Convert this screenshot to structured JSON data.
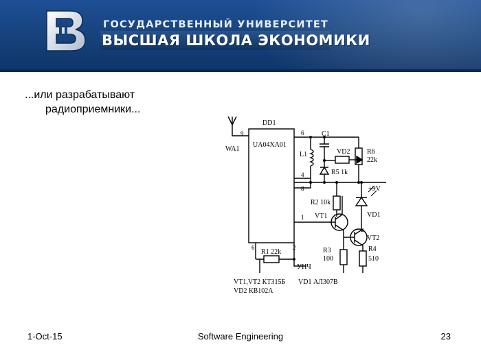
{
  "header": {
    "logo_icon": "hse-logo-icon",
    "university_line1": "ГОСУДАРСТВЕННЫЙ УНИВЕРСИТЕТ",
    "university_line2": "ВЫСШАЯ ШКОЛА ЭКОНОМИКИ",
    "banner_color": "#17447f"
  },
  "slide": {
    "text_line1": "...или разрабатывают",
    "text_line2": "радиоприемники..."
  },
  "diagram": {
    "chip": "DD1",
    "chip_model": "UA04XA01",
    "antenna": "WA1",
    "pins": [
      "9",
      "6",
      "4",
      "8",
      "1",
      "6",
      "2"
    ],
    "capacitor": "C1",
    "inductor": "L1",
    "varicap": "VD2",
    "r5": "R5 1k",
    "r6": "R6",
    "r6_value": "22k",
    "supply": "+9V",
    "r2": "R2 10k",
    "led": "VD1",
    "vt1": "VT1",
    "vt2": "VT2",
    "r3": "R3",
    "r3_value": "100",
    "r4": "R4",
    "r4_value": "510",
    "r1": "R1  22k",
    "output": "УНЧ",
    "note1_left": "VT1,VT2 КТ315Б",
    "note1_right": "VD1 АЛ307В",
    "note2": "VD2 КВ102А"
  },
  "footer": {
    "date": "1-Oct-15",
    "title": "Software Engineering",
    "page": "23"
  }
}
